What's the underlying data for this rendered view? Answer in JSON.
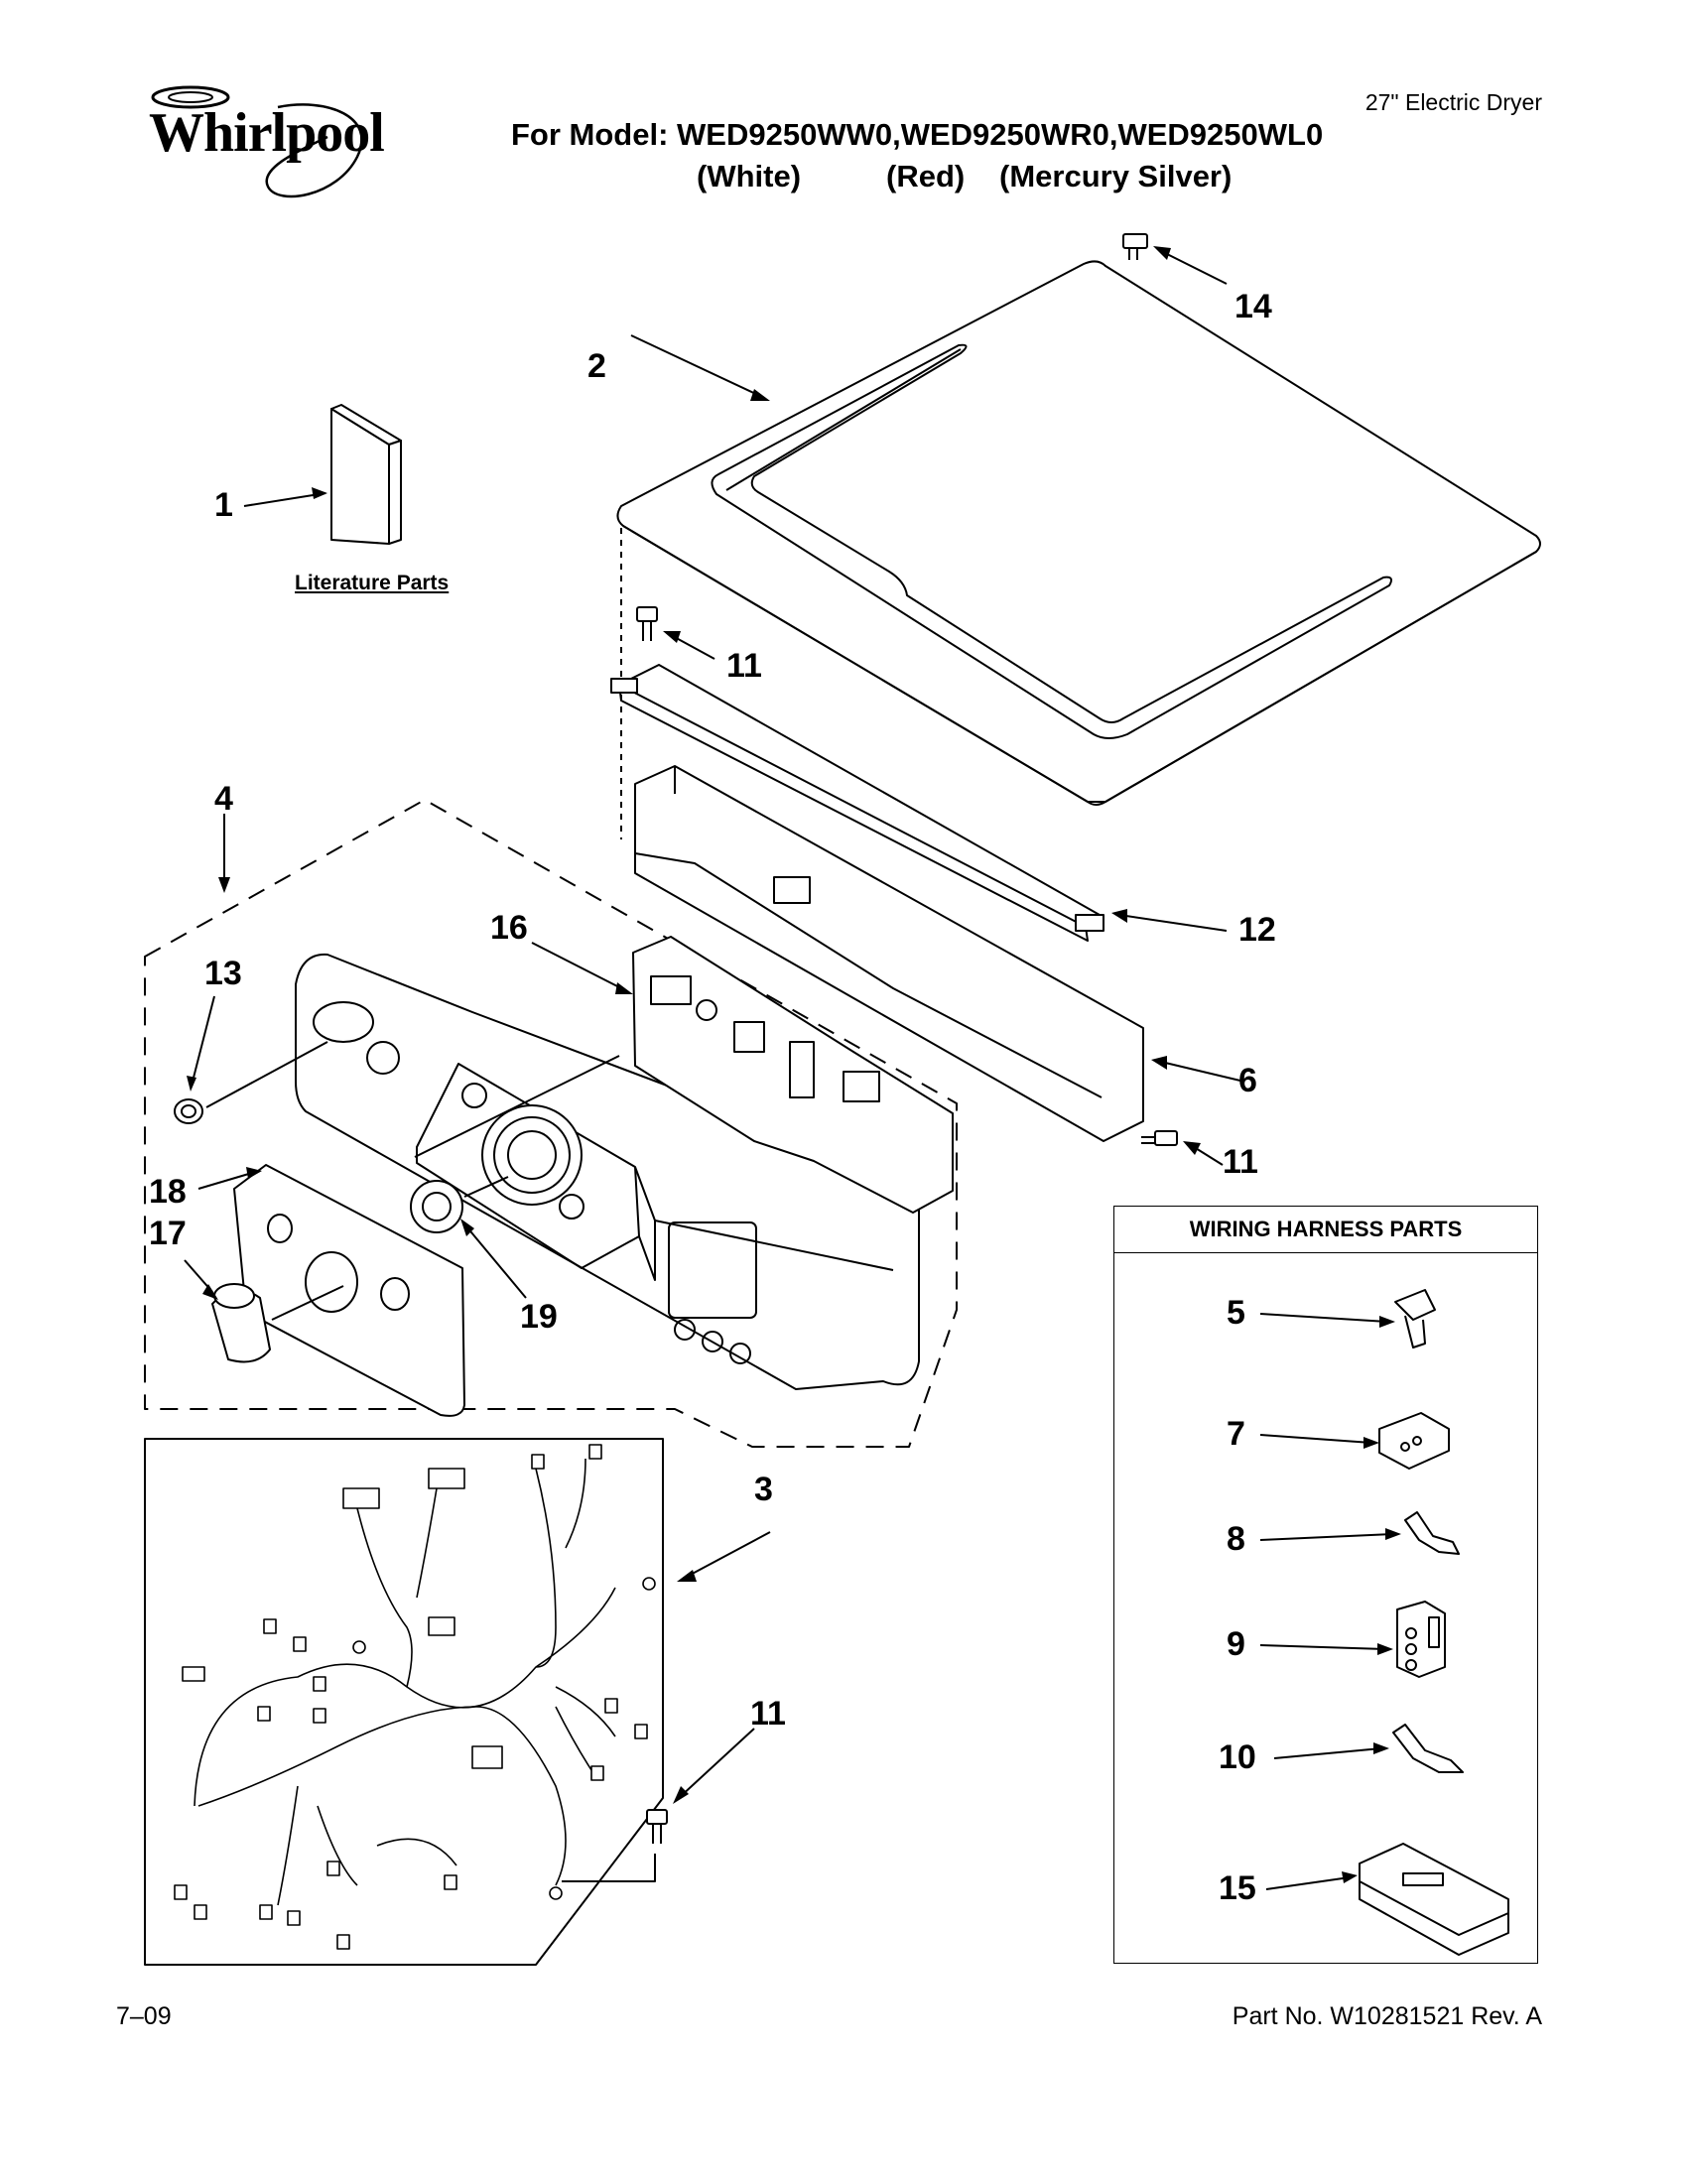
{
  "header": {
    "brand": "Whirlpool",
    "model_line": "For Model: WED9250WW0,WED9250WR0,WED9250WL0",
    "variants": [
      "(White)",
      "(Red)",
      "(Mercury Silver)"
    ],
    "product_type": "27\" Electric Dryer"
  },
  "diagram": {
    "literature_label": "Literature Parts",
    "wiring_harness_title": "WIRING HARNESS PARTS",
    "callouts": [
      "1",
      "2",
      "3",
      "4",
      "5",
      "6",
      "7",
      "8",
      "9",
      "10",
      "11",
      "11",
      "11",
      "12",
      "13",
      "14",
      "15",
      "16",
      "17",
      "18",
      "19"
    ]
  },
  "footer": {
    "date_code": "7–09",
    "part_number": "Part No. W10281521 Rev. A"
  }
}
